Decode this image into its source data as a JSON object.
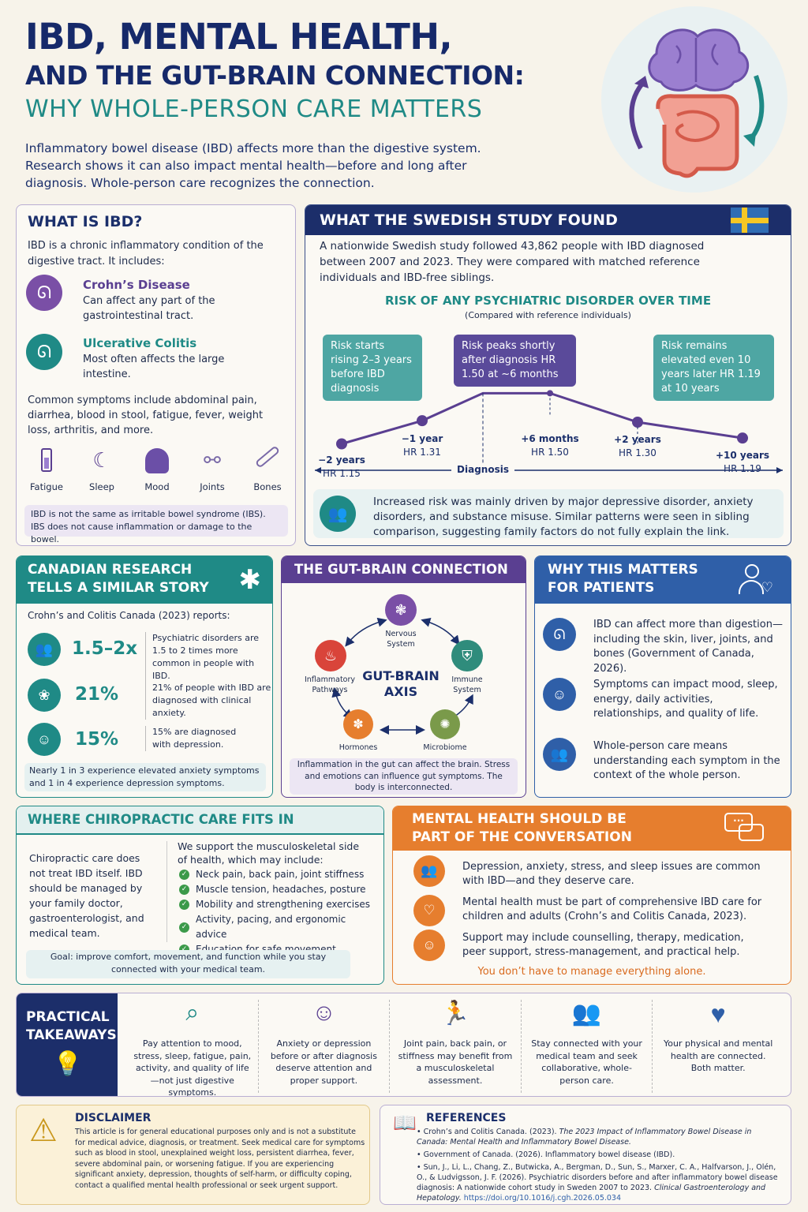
{
  "title": {
    "line1": "IBD, MENTAL HEALTH,",
    "line2": "AND THE GUT-BRAIN CONNECTION:",
    "line3": "WHY WHOLE-PERSON CARE MATTERS",
    "intro": "Inflammatory bowel disease (IBD) affects more than the digestive system. Research shows it can also impact mental health—before and long after diagnosis. Whole-person care recognizes the connection."
  },
  "what_is_ibd": {
    "heading": "WHAT IS IBD?",
    "intro": "IBD is a chronic inflammatory condition of the digestive tract. It includes:",
    "crohns_title": "Crohn’s Disease",
    "crohns_text": "Can affect any part of the gastrointestinal tract.",
    "uc_title": "Ulcerative Colitis",
    "uc_text": "Most often affects the large intestine.",
    "symptoms": "Common symptoms include abdominal pain, diarrhea, blood in stool, fatigue, fever, weight loss, arthritis, and more.",
    "icons": [
      "Fatigue",
      "Sleep",
      "Mood",
      "Joints",
      "Bones"
    ],
    "note": "IBD is not the same as irritable bowel syndrome (IBS). IBS does not cause inflammation or damage to the bowel."
  },
  "swedish": {
    "heading": "WHAT THE SWEDISH STUDY FOUND",
    "intro": "A nationwide Swedish study followed 43,862 people with IBD diagnosed between 2007 and 2023. They were compared with matched reference individuals and IBD-free siblings.",
    "chart_title": "RISK OF ANY PSYCHIATRIC DISORDER OVER TIME",
    "chart_sub": "(Compared with reference individuals)",
    "callout1": "Risk starts rising 2–3 years before IBD diagnosis",
    "callout2": "Risk peaks shortly after diagnosis HR 1.50 at ~6 months",
    "callout3": "Risk remains elevated even 10 years later HR 1.19 at 10 years",
    "axis_label": "Diagnosis",
    "points": [
      {
        "label": "−2 years",
        "hr": "HR 1.15"
      },
      {
        "label": "−1 year",
        "hr": "HR 1.31"
      },
      {
        "label": "+6 months",
        "hr": "HR 1.50"
      },
      {
        "label": "+2 years",
        "hr": "HR 1.30"
      },
      {
        "label": "+10 years",
        "hr": "HR 1.19"
      }
    ],
    "footer": "Increased risk was mainly driven by major depressive disorder, anxiety disorders, and substance misuse. Similar patterns were seen in sibling comparison, suggesting family factors do not fully explain the link."
  },
  "chart_data": {
    "type": "line",
    "title": "RISK OF ANY PSYCHIATRIC DISORDER OVER TIME",
    "subtitle": "(Compared with reference individuals)",
    "xlabel": "Diagnosis",
    "categories": [
      "−2 years",
      "−1 year",
      "Diagnosis",
      "+6 months",
      "+2 years",
      "+10 years"
    ],
    "values": [
      1.15,
      1.31,
      1.5,
      1.5,
      1.3,
      1.19
    ]
  },
  "canadian": {
    "heading1": "CANADIAN RESEARCH",
    "heading2": "TELLS A SIMILAR STORY",
    "source": "Crohn’s and Colitis Canada (2023) reports:",
    "stats": [
      {
        "value": "1.5–2x",
        "text": "Psychiatric disorders are 1.5 to 2 times more common in people with IBD."
      },
      {
        "value": "21%",
        "text": "21% of people with IBD are diagnosed with clinical anxiety."
      },
      {
        "value": "15%",
        "text": "15% are diagnosed with depression."
      }
    ],
    "note": "Nearly 1 in 3 experience elevated anxiety symptoms and 1 in 4 experience depression symptoms."
  },
  "gut_brain": {
    "heading": "THE GUT-BRAIN CONNECTION",
    "center1": "GUT-BRAIN",
    "center2": "AXIS",
    "nodes": [
      "Nervous System",
      "Immune System",
      "Microbiome",
      "Hormones",
      "Inflammatory Pathways"
    ],
    "note": "Inflammation in the gut can affect the brain. Stress and emotions can influence gut symptoms. The body is interconnected."
  },
  "why_matters": {
    "heading1": "WHY THIS MATTERS",
    "heading2": "FOR PATIENTS",
    "items": [
      "IBD can affect more than digestion—including the skin, liver, joints, and bones (Government of Canada, 2026).",
      "Symptoms can impact mood, sleep, energy, daily activities, relationships, and quality of life.",
      "Whole-person care means understanding each symptom in the context of the whole person."
    ]
  },
  "chiro": {
    "heading": "WHERE CHIROPRACTIC CARE FITS IN",
    "left": "Chiropractic care does not treat IBD itself. IBD should be managed by your family doctor, gastroenterologist, and medical team.",
    "right_intro": "We support the musculoskeletal side of health, which may include:",
    "list": [
      "Neck pain, back pain, joint stiffness",
      "Muscle tension, headaches, posture",
      "Mobility and strengthening exercises",
      "Activity, pacing, and ergonomic advice",
      "Education for safe movement"
    ],
    "goal": "Goal: improve comfort, movement, and function while you stay connected with your medical team."
  },
  "mental": {
    "heading1": "MENTAL HEALTH SHOULD BE",
    "heading2": "PART OF THE CONVERSATION",
    "items": [
      "Depression, anxiety, stress, and sleep issues are common with IBD—and they deserve care.",
      "Mental health must be part of comprehensive IBD care for children and adults (Crohn’s and Colitis Canada, 2023).",
      "Support may include counselling, therapy, medication, peer support, stress-management, and practical help."
    ],
    "tagline": "You don’t have to manage everything alone."
  },
  "takeaways": {
    "heading1": "PRACTICAL",
    "heading2": "TAKEAWAYS",
    "items": [
      "Pay attention to mood, stress, sleep, fatigue, pain, activity, and quality of life—not just digestive symptoms.",
      "Anxiety or depression before or after diagnosis deserve attention and proper support.",
      "Joint pain, back pain, or stiffness may benefit from a musculoskeletal assessment.",
      "Stay connected with your medical team and seek collaborative, whole-person care.",
      "Your physical and mental health are connected. Both matter."
    ]
  },
  "disclaimer": {
    "heading": "DISCLAIMER",
    "text": "This article is for general educational purposes only and is not a substitute for medical advice, diagnosis, or treatment. Seek medical care for symptoms such as blood in stool, unexplained weight loss, persistent diarrhea, fever, severe abdominal pain, or worsening fatigue. If you are experiencing significant anxiety, depression, thoughts of self-harm, or difficulty coping, contact a qualified mental health professional or seek urgent support."
  },
  "references": {
    "heading": "REFERENCES",
    "ref1a": "Crohn’s and Colitis Canada. (2023). ",
    "ref1b": "The 2023 Impact of Inflammatory Bowel Disease in Canada: Mental Health and Inflammatory Bowel Disease.",
    "ref2": "Government of Canada. (2026). Inflammatory bowel disease (IBD).",
    "ref3a": "Sun, J., Li, L., Chang, Z., Butwicka, A., Bergman, D., Sun, S., Marxer, C. A., Halfvarson, J., Olén, O., & Ludvigsson, J. F. (2026). Psychiatric disorders before and after inflammatory bowel disease diagnosis: A nationwide cohort study in Sweden 2007 to 2023. ",
    "ref3b": "Clinical Gastroenterology and Hepatology.",
    "ref3c": "https://doi.org/10.1016/j.cgh.2026.05.034"
  },
  "colors": {
    "navy": "#1b2f6b",
    "teal": "#1f8a86",
    "purple": "#5a3f91",
    "blue": "#2f5fa8",
    "orange": "#e67e2e"
  }
}
